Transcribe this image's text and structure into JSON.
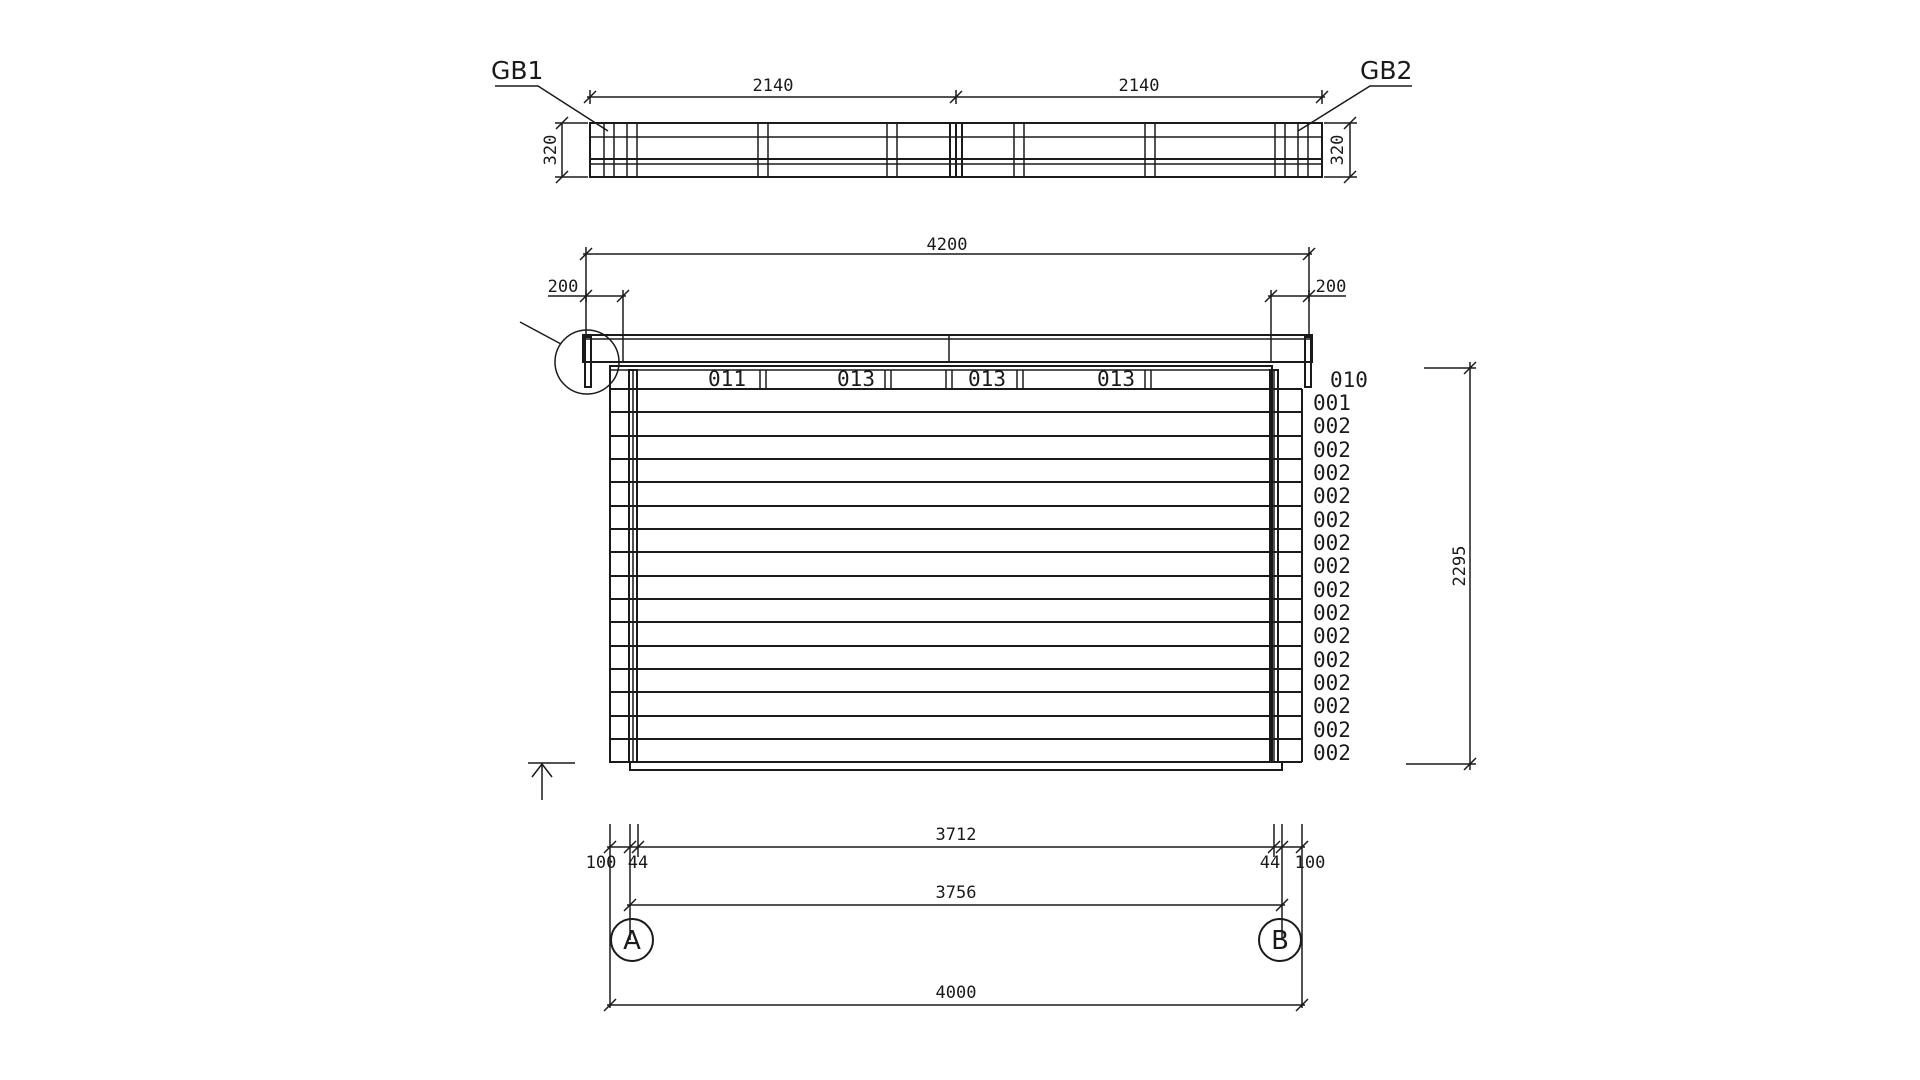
{
  "gables": {
    "left_label": "GB1",
    "right_label": "GB2",
    "left_width": "2140",
    "right_width": "2140",
    "left_height": "320",
    "right_height": "320"
  },
  "roof": {
    "overall_width": "4200",
    "left_overhang": "200",
    "right_overhang": "200"
  },
  "top_parts": {
    "slots": [
      "011",
      "013",
      "013",
      "013"
    ],
    "side": "010"
  },
  "wall_logs": [
    "001",
    "002",
    "002",
    "002",
    "002",
    "002",
    "002",
    "002",
    "002",
    "002",
    "002",
    "002",
    "002",
    "002",
    "002",
    "002"
  ],
  "wall_height": "2295",
  "bottom_dims": {
    "left_outer": "100",
    "left_inner": "44",
    "inner_span": "3712",
    "right_inner": "44",
    "right_outer": "100",
    "axis_span": "3756",
    "overall": "4000"
  },
  "axes": {
    "left": "A",
    "right": "B"
  }
}
